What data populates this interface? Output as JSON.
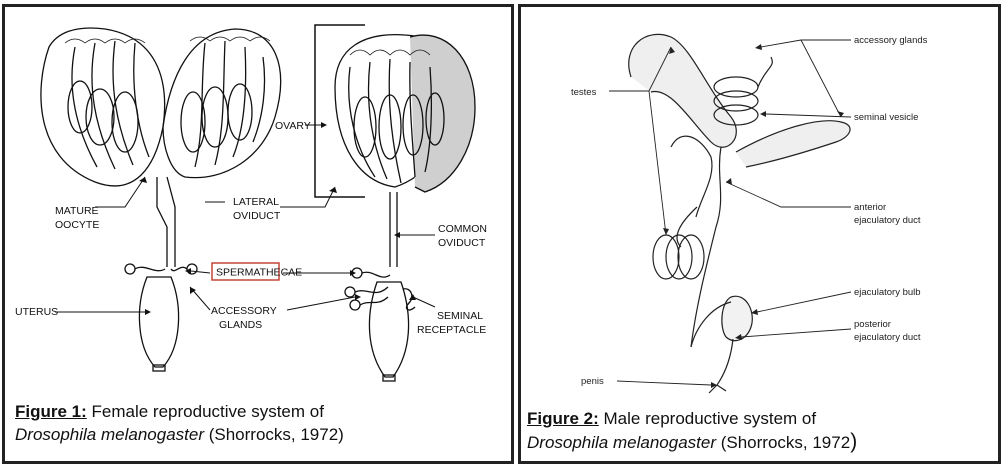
{
  "figure1": {
    "labels": {
      "ovary": "OVARY",
      "lateral_oviduct_line1": "LATERAL",
      "lateral_oviduct_line2": "OVIDUCT",
      "mature_oocyte_line1": "MATURE",
      "mature_oocyte_line2": "OOCYTE",
      "common_oviduct_line1": "COMMON",
      "common_oviduct_line2": "OVIDUCT",
      "spermathecae": "SPERMATHECAE",
      "uterus": "UTERUS",
      "accessory_glands_line1": "ACCESSORY",
      "accessory_glands_line2": "GLANDS",
      "seminal_receptacle_line1": "SEMINAL",
      "seminal_receptacle_line2": "RECEPTACLE"
    },
    "caption": {
      "label": "Figure 1:",
      "text_line1": " Female reproductive system of",
      "species": "Drosophila melanogaster",
      "citation": " (Shorrocks, 1972)"
    },
    "highlight_color": "#c0392b"
  },
  "figure2": {
    "labels": {
      "accessory_glands": "accessory glands",
      "testes": "testes",
      "seminal_vesicle": "seminal vesicle",
      "anterior_ejac_line1": "anterior",
      "anterior_ejac_line2": "ejaculatory duct",
      "ejaculatory_bulb": "ejaculatory bulb",
      "posterior_ejac_line1": "posterior",
      "posterior_ejac_line2": "ejaculatory duct",
      "penis": "penis"
    },
    "caption": {
      "label": "Figure 2:",
      "text_line1": " Male reproductive system of",
      "species": "Drosophila melanogaster",
      "citation": " (Shorrocks, 1972"
    },
    "caption_close": ")"
  }
}
